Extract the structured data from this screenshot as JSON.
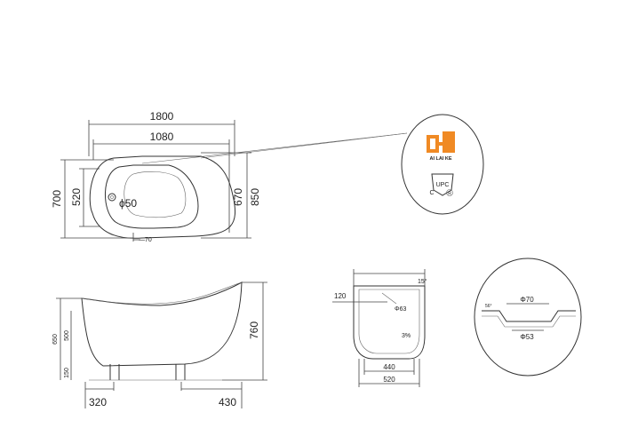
{
  "top_view": {
    "overall_length": "1800",
    "inner_length": "1080",
    "overall_width": "700",
    "inner_width_left": "520",
    "inner_width_right": "670",
    "outer_width_right": "850",
    "drain_diameter": "ϕ50",
    "overflow_offset": "70"
  },
  "side_view": {
    "left_height": "650",
    "mid_height": "500",
    "total_height": "760",
    "foot_height": "150",
    "foot_left": "320",
    "foot_right": "430"
  },
  "cross_section": {
    "rim": "120",
    "angle": "15°",
    "drain": "Φ63",
    "slope": "3%",
    "base_inner": "440",
    "base_outer": "520"
  },
  "drain_detail": {
    "top": "Φ70",
    "bottom": "Φ53",
    "angle": "56°"
  },
  "cert": {
    "logo_text": "AI LAI KE",
    "upc": "UPC",
    "c_mark": "C",
    "r_mark": "R"
  },
  "colors": {
    "logo_orange": "#F08A24",
    "line": "#333333"
  }
}
